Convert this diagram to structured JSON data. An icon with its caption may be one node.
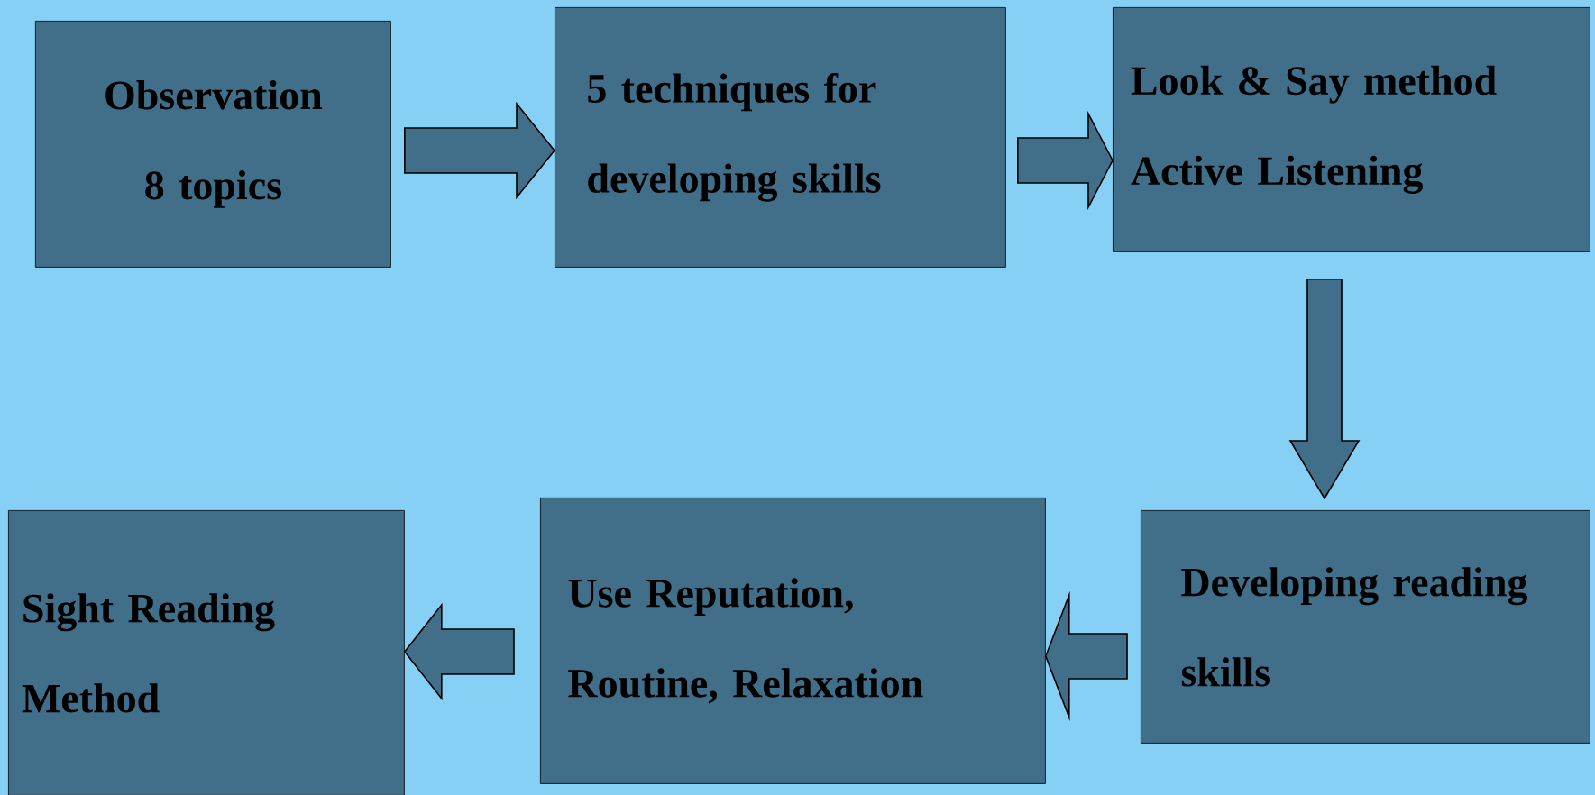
{
  "diagram": {
    "nodes": [
      {
        "text": [
          "Observation",
          "8 topics"
        ]
      },
      {
        "text": [
          "5 techniques for developing skills"
        ]
      },
      {
        "text": [
          "Look & Say method",
          "Active Listening"
        ]
      },
      {
        "text": [
          "Developing reading skills"
        ]
      },
      {
        "text": [
          "Use Reputation, Routine, Relaxation"
        ]
      },
      {
        "text": [
          "Sight Reading Method"
        ]
      }
    ],
    "edges": [
      {
        "from": 0,
        "to": 1,
        "arrow": "to"
      },
      {
        "from": 1,
        "to": 2,
        "arrow": "to"
      },
      {
        "from": 2,
        "to": 3,
        "arrow": "to"
      },
      {
        "from": 3,
        "to": 4,
        "arrow": "to"
      },
      {
        "from": 4,
        "to": 5,
        "arrow": "to"
      }
    ]
  }
}
